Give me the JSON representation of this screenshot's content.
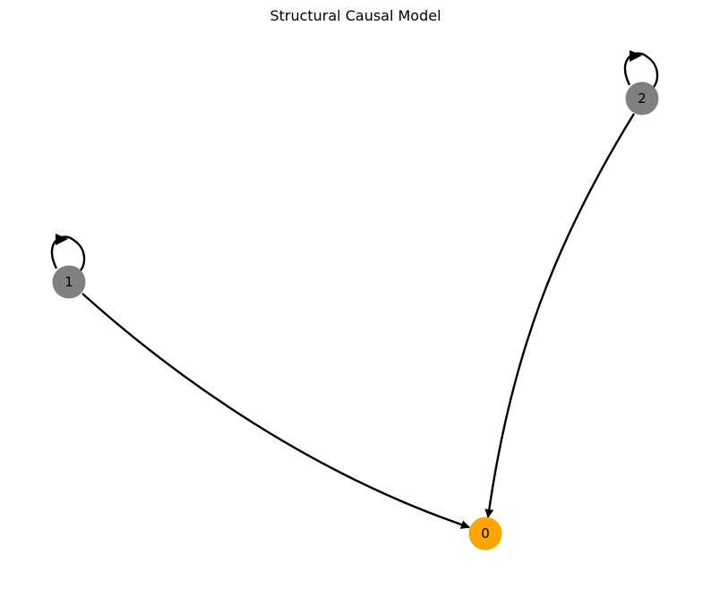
{
  "title": "Structural Causal Model",
  "nodes": [
    {
      "id": "0",
      "label": "0",
      "color": "#FFA500"
    },
    {
      "id": "1",
      "label": "1",
      "color": "#808080"
    },
    {
      "id": "2",
      "label": "2",
      "color": "#808080"
    }
  ],
  "edges": [
    {
      "from": "1",
      "to": "1"
    },
    {
      "from": "2",
      "to": "2"
    },
    {
      "from": "1",
      "to": "0"
    },
    {
      "from": "2",
      "to": "0"
    }
  ],
  "colors": {
    "edge": "#000000",
    "target_node": "#FFA500",
    "cause_node": "#808080"
  }
}
